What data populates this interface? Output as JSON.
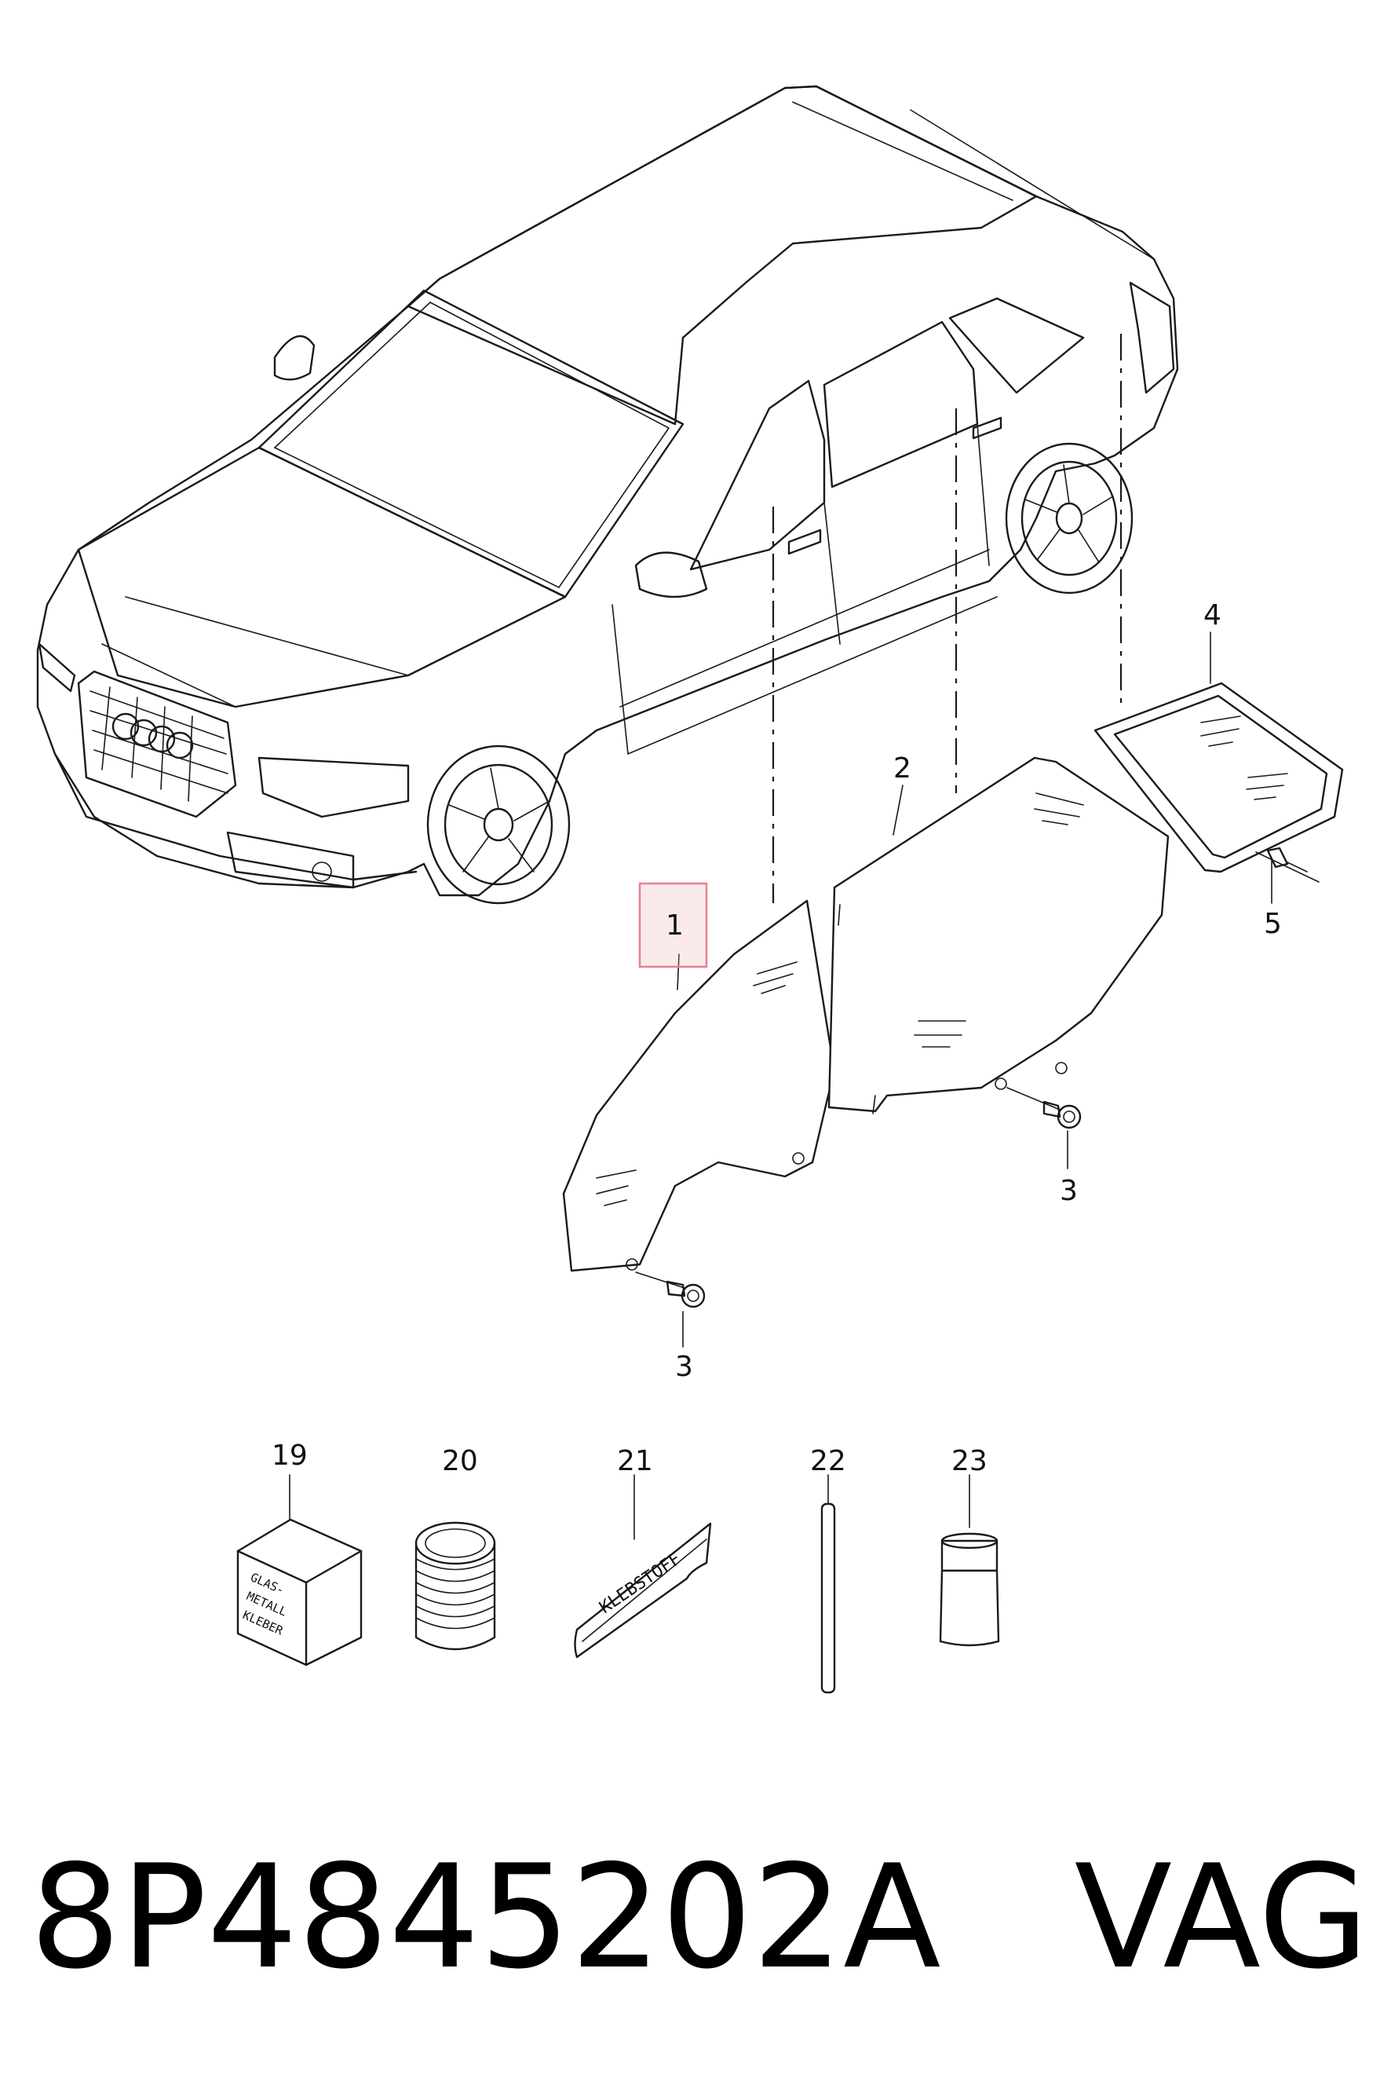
{
  "diagram": {
    "highlighted_part": "1",
    "parts": {
      "p1": "1",
      "p2": "2",
      "p3a": "3",
      "p3b": "3",
      "p4": "4",
      "p5": "5",
      "p19": "19",
      "p20": "20",
      "p21": "21",
      "p22": "22",
      "p23": "23"
    },
    "package_labels": {
      "box_line1": "GLAS-",
      "box_line2": "METALL",
      "box_line3": "KLEBER",
      "tube": "KLEBSTOFF"
    },
    "highlight_color": "#e8808a"
  },
  "footer": {
    "part_number": "8P4845202A",
    "maker": "VAG"
  }
}
